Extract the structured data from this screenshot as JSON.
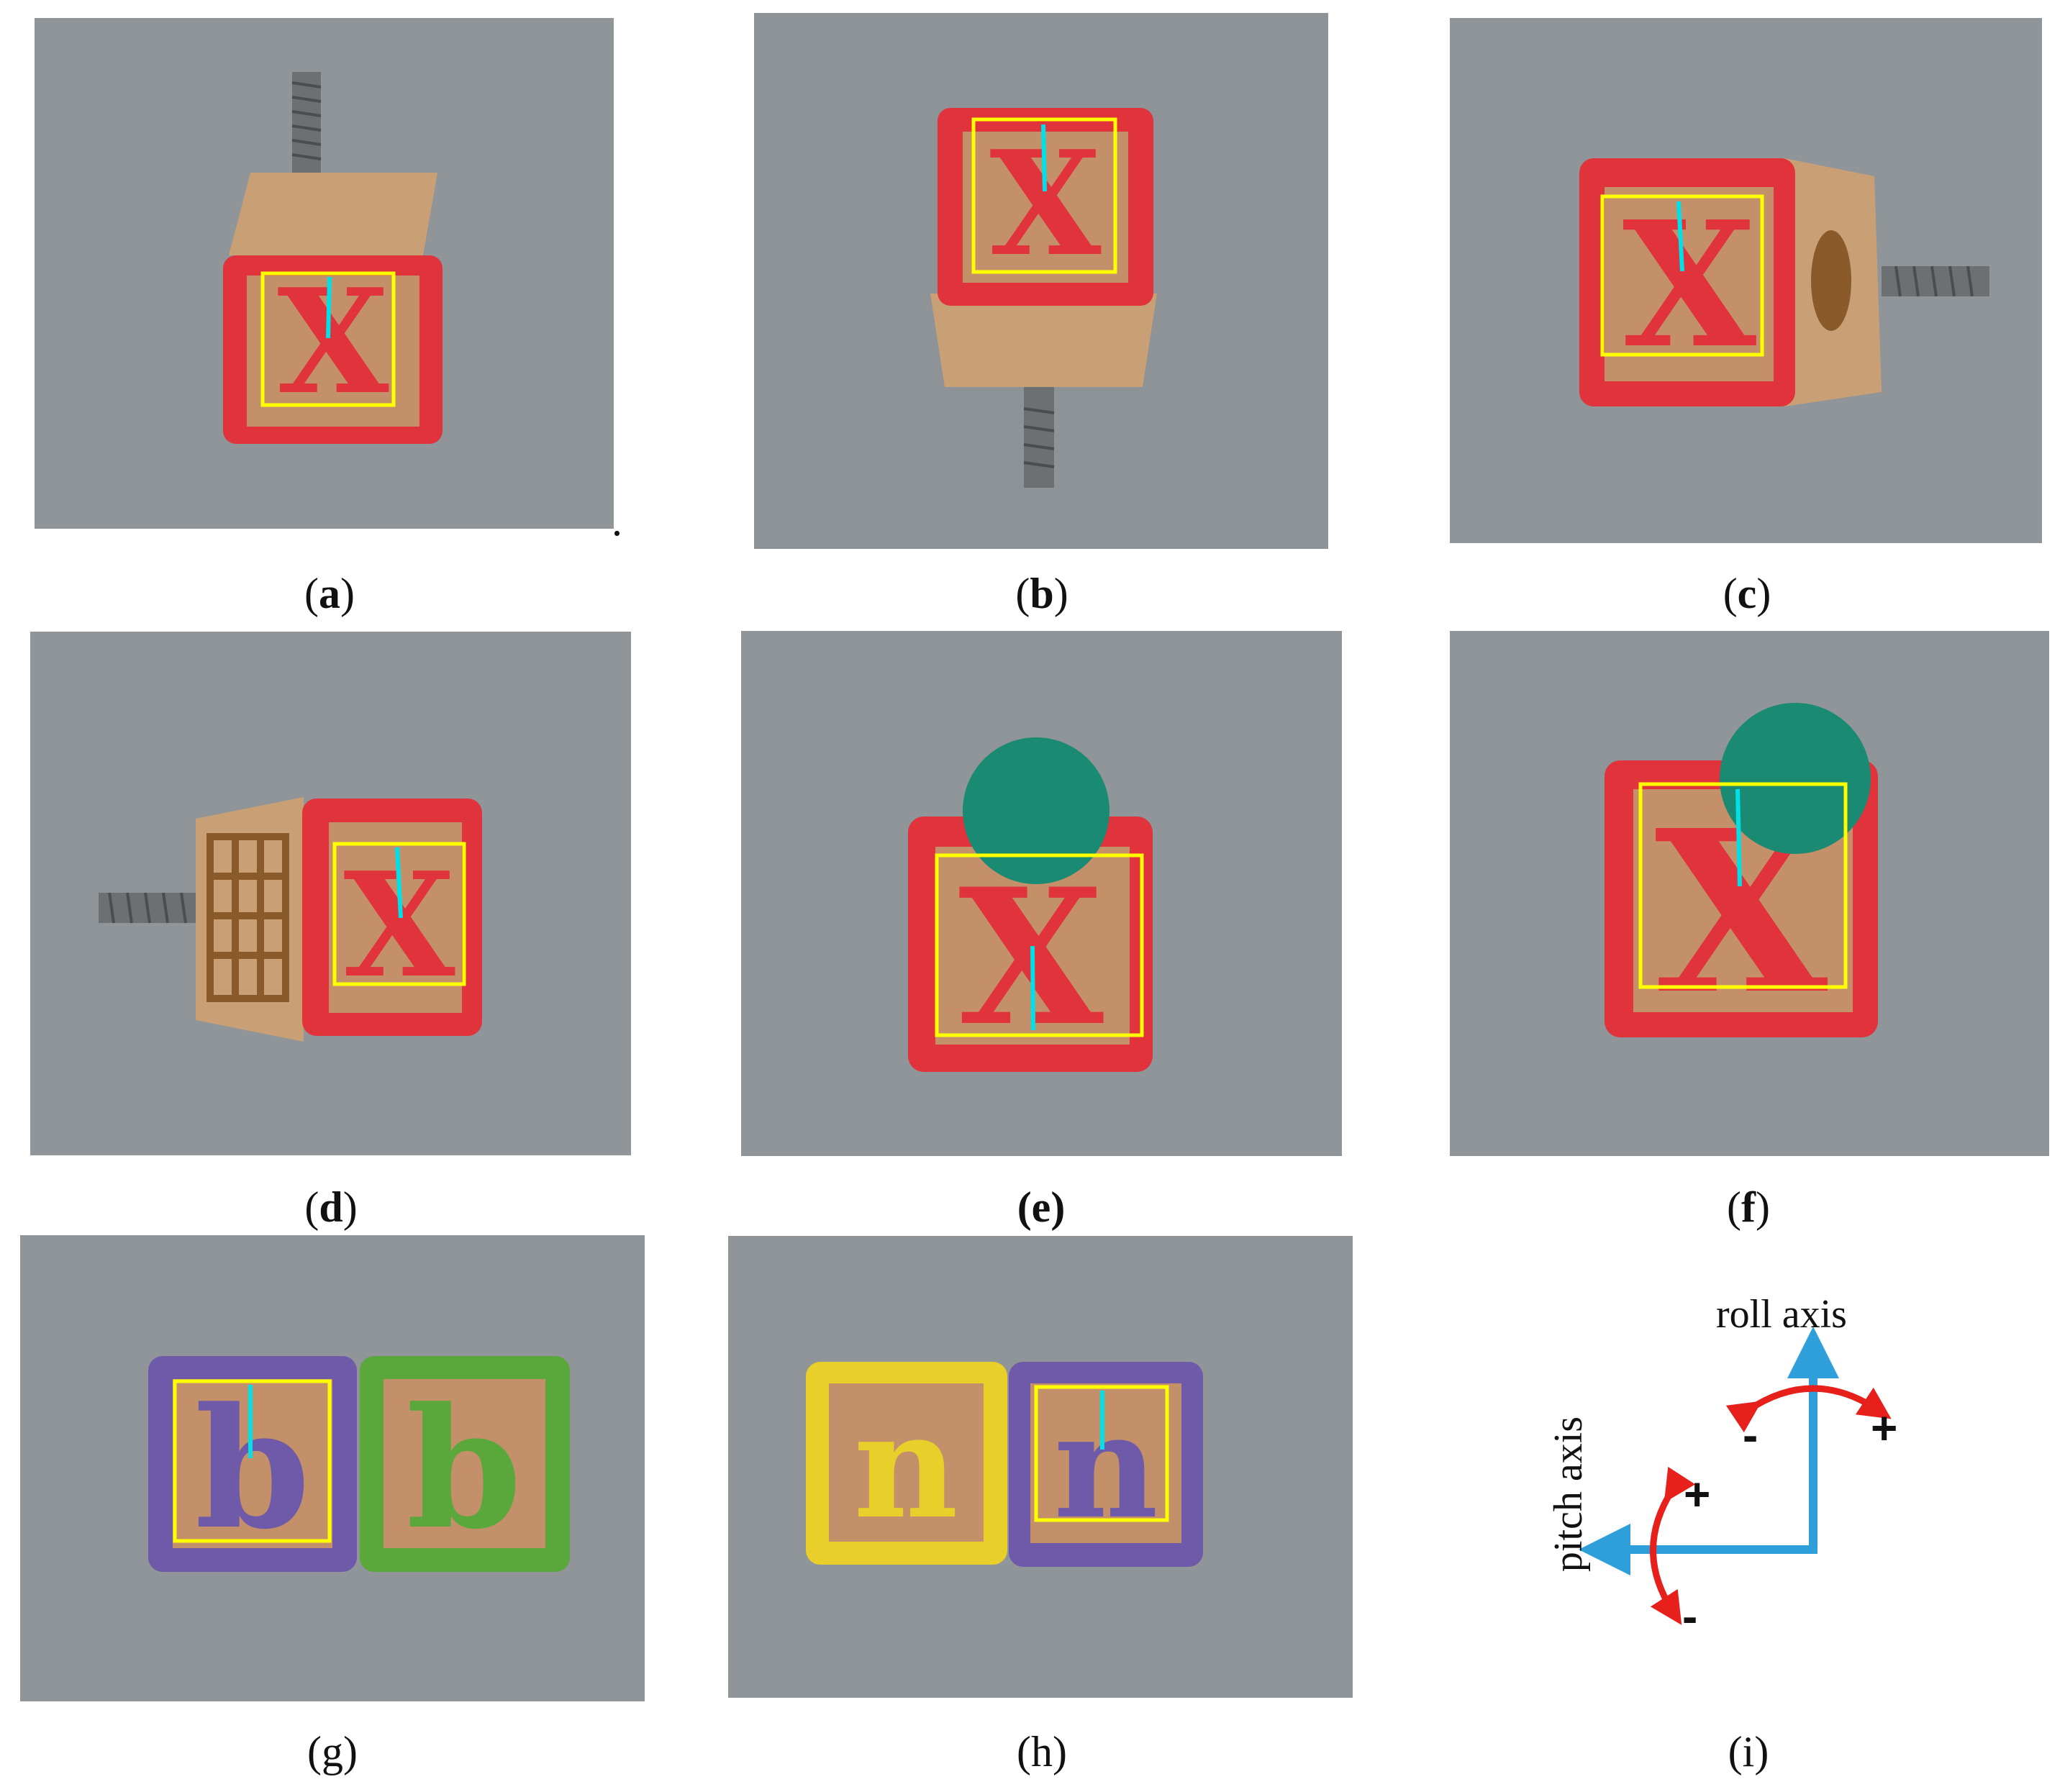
{
  "panels": [
    {
      "id": "a",
      "caption_open": "(",
      "caption_letter": "a",
      "caption_close": ")",
      "block_letter": "X"
    },
    {
      "id": "b",
      "caption_open": "(",
      "caption_letter": "b",
      "caption_close": ")",
      "block_letter": "X"
    },
    {
      "id": "c",
      "caption_open": "(",
      "caption_letter": "c",
      "caption_close": ")",
      "block_letter": "X"
    },
    {
      "id": "d",
      "caption_open": "(",
      "caption_letter": "d",
      "caption_close": ")",
      "block_letter": "X"
    },
    {
      "id": "e",
      "caption": "(e)",
      "block_letter": "X"
    },
    {
      "id": "f",
      "caption_open": "(",
      "caption_letter": "f",
      "caption_close": ")",
      "block_letter": "X"
    },
    {
      "id": "g",
      "caption": "(g)",
      "block_letters": [
        "b",
        "b"
      ]
    },
    {
      "id": "h",
      "caption": "(h)",
      "block_letters": [
        "n",
        "n"
      ]
    },
    {
      "id": "i",
      "caption": "(i)"
    }
  ],
  "stray_mark": ".",
  "diagram": {
    "roll_label": "roll axis",
    "pitch_label": "pitch axis",
    "roll_plus": "+",
    "roll_minus": "-",
    "pitch_plus": "+",
    "pitch_minus": "-",
    "axis_color": "#2e9fd9",
    "arc_color": "#e8201c"
  },
  "colors": {
    "overlay_box": "#ffff00",
    "orientation_line": "#00e0e8",
    "block_red": "#e0333b",
    "wood": "#c89568",
    "teal_disc": "#1a8a72",
    "purple": "#6e5aa8",
    "green": "#5aa83c",
    "yellow": "#e8cf2a"
  }
}
